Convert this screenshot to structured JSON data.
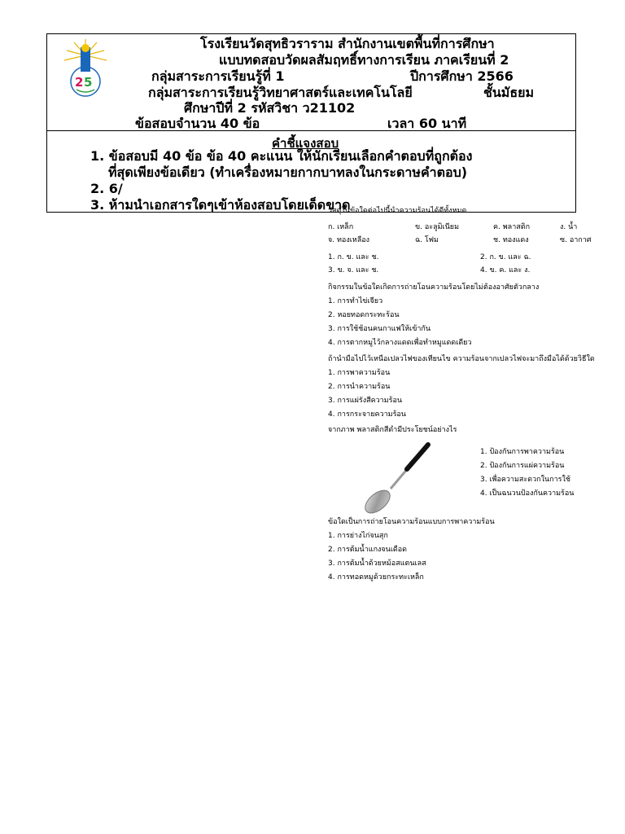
{
  "header": {
    "line1": "โรงเรียนวัดสุทธิวราราม สำนักงานเขตพื้นที่การศึกษา",
    "line2": "แบบทดสอบวัดผลสัมฤทธิ์ทางการเรียน ภาคเรียนที่ 2",
    "line3a": "กลุ่มสาระการเรียนรู้ที่ 1",
    "line3b": "ปีการศึกษา 2566",
    "line4a": "กลุ่มสาระการเรียนรู้วิทยาศาสตร์และเทคโนโลยี",
    "line4b": "ชั้นมัธยม",
    "line5": "ศึกษาปีที่ 2 รหัสวิชา ว21102",
    "line6a": "ข้อสอบจำนวน 40 ข้อ",
    "line6b": "เวลา 60 นาที"
  },
  "instructions": {
    "title": "คำชี้แจงสอบ",
    "item1_line1": "1. ข้อสอบมี 40 ข้อ ข้อ 40 คะแนน ให้นักเรียนเลือกคำตอบที่ถูกต้อง",
    "item1_line2": "ที่สุดเพียงข้อเดียว (ทำเครื่องหมายกากบาทลงในกระดาษคำตอบ)",
    "item2": "2. 6/",
    "item3": "3. ห้ามนำเอกสารใดๆเข้าห้องสอบโดยเด็ดขาด"
  },
  "questions": [
    {
      "text": "วัสดุในข้อใดต่อไปนี้นำความร้อนได้ดีทั้งหมด",
      "options_grid": [
        [
          "ก. เหล็ก",
          "ข. อะลูมิเนียม",
          "ค. พลาสติก",
          "ง. น้ำ"
        ],
        [
          "จ. ทองเหลือง",
          "ฉ. โฟม",
          "ช. ทองแดง",
          "ซ. อากาศ"
        ]
      ],
      "answers": [
        "1. ก. ข. และ ช.",
        "2. ก. ข. และ ฉ.",
        "3. ข. จ. และ ช.",
        "4. ข. ค. และ ง."
      ]
    },
    {
      "text": "กิจกรรมในข้อใดเกิดการถ่ายโอนความร้อนโดยไม่ต้องอาศัยตัวกลาง",
      "options": [
        "1. การทำไข่เจียว",
        "2. หอยทอดกระทะร้อน",
        "3. การใช้ช้อนคนกาแฟให้เข้ากัน",
        "4. การตากหมูไว้กลางแดดเพื่อทำหมูแดดเดียว"
      ]
    },
    {
      "text": "ถ้านำมือไปไว้เหนือเปลวไฟของเทียนไข ความร้อนจากเปลวไฟจะมาถึงมือได้ด้วยวิธีใด",
      "options": [
        "1. การพาความร้อน",
        "2. การนำความร้อน",
        "3. การแผ่รังสีความร้อน",
        "4. การกระจายความร้อน"
      ]
    },
    {
      "text": "จากภาพ พลาสติกสีดำมีประโยชน์อย่างไร",
      "options": [
        "1. ป้องกันการพาความร้อน",
        "2. ป้องกันการแผ่ความร้อน",
        "3. เพื่อความสะดวกในการใช้",
        "4. เป็นฉนวนป้องกันความร้อน"
      ]
    },
    {
      "text": "ข้อใดเป็นการถ่ายโอนความร้อนแบบการพาความร้อน",
      "options": [
        "1. การย่างไก่จนสุก",
        "2. การต้มน้ำแกงจนเดือด",
        "3. การต้มน้ำด้วยหม้อสแตนเลส",
        "4. การทอดหมูด้วยกระทะเหล็ก"
      ]
    }
  ]
}
